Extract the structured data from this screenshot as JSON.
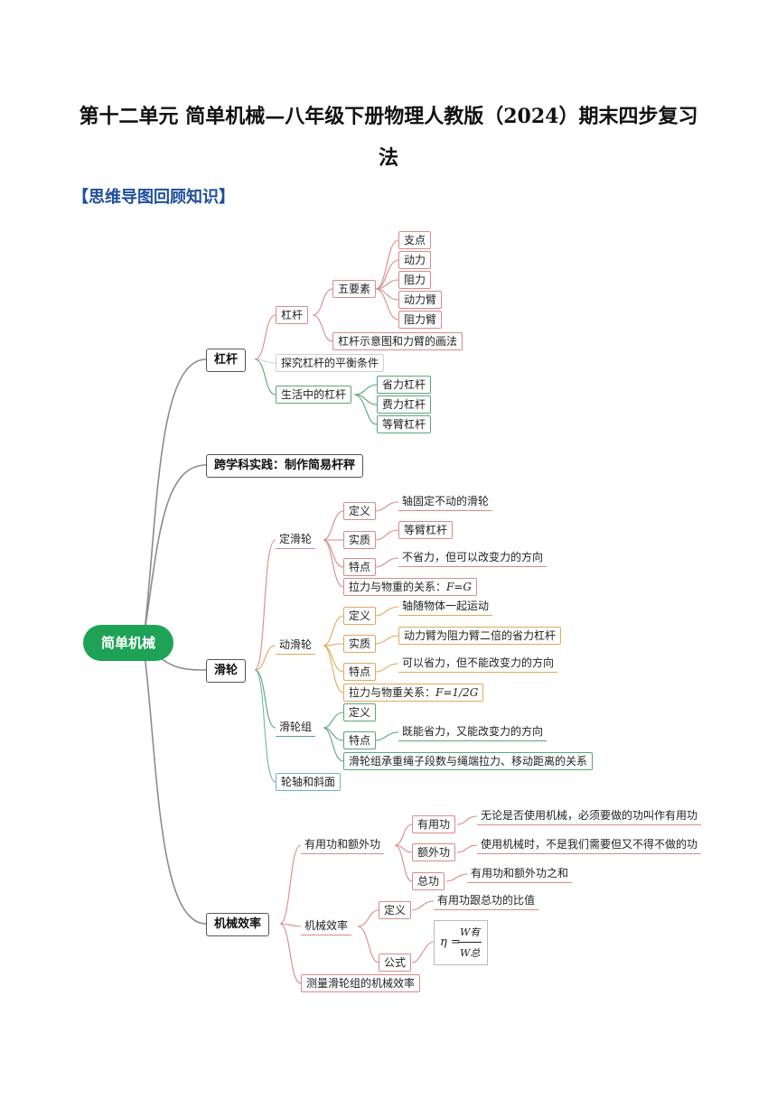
{
  "title_line1": "第十二单元 简单机械—八年级下册物理人教版（2024）期末四步复习",
  "title_line2": "法",
  "section_heading": "【思维导图回顾知识】",
  "colors": {
    "root": "#1ea356",
    "heading": "#1f4e9c",
    "branch": "#8c8c8c"
  },
  "mindmap": {
    "root": "简单机械",
    "lever": {
      "label": "杠杆",
      "sub_lever": "杠杆",
      "five_elements": "五要素",
      "elements": [
        "支点",
        "动力",
        "阻力",
        "动力臂",
        "阻力臂"
      ],
      "drawing": "杠杆示意图和力臂的画法",
      "experiment": "探究杠杆的平衡条件",
      "life": "生活中的杠杆",
      "life_types": [
        "省力杠杆",
        "费力杠杆",
        "等臂杠杆"
      ]
    },
    "practice": {
      "label": "跨学科实践：制作简易杆秤"
    },
    "pulley": {
      "label": "滑轮",
      "fixed": {
        "label": "定滑轮",
        "def": "定义",
        "def_text": "轴固定不动的滑轮",
        "essence": "实质",
        "essence_text": "等臂杠杆",
        "feature": "特点",
        "feature_text": "不省力，但可以改变力的方向",
        "relation_prefix": "拉力与物重的关系：",
        "relation_formula": "F=G"
      },
      "movable": {
        "label": "动滑轮",
        "def": "定义",
        "def_text": "轴随物体一起运动",
        "essence": "实质",
        "essence_text": "动力臂为阻力臂二倍的省力杠杆",
        "feature": "特点",
        "feature_text": "可以省力，但不能改变力的方向",
        "relation_prefix": "拉力与物重关系：",
        "relation_formula": "F=1/2G"
      },
      "block": {
        "label": "滑轮组",
        "def": "定义",
        "feature": "特点",
        "feature_text": "既能省力，又能改变力的方向",
        "relation": "滑轮组承重绳子段数与绳端拉力、移动距离的关系"
      },
      "axle": "轮轴和斜面"
    },
    "efficiency": {
      "label": "机械效率",
      "work": {
        "label": "有用功和额外功",
        "useful": "有用功",
        "useful_text": "无论是否使用机械，必须要做的功叫作有用功",
        "extra": "额外功",
        "extra_text": "使用机械时，不是我们需要但又不得不做的功",
        "total": "总功",
        "total_text": "有用功和额外功之和"
      },
      "eff": {
        "label": "机械效率",
        "def": "定义",
        "def_text": "有用功跟总功的比值",
        "formula": "公式",
        "formula_eta": "η =",
        "formula_num": "W有",
        "formula_den": "W总"
      },
      "measure": "测量滑轮组的机械效率"
    }
  }
}
